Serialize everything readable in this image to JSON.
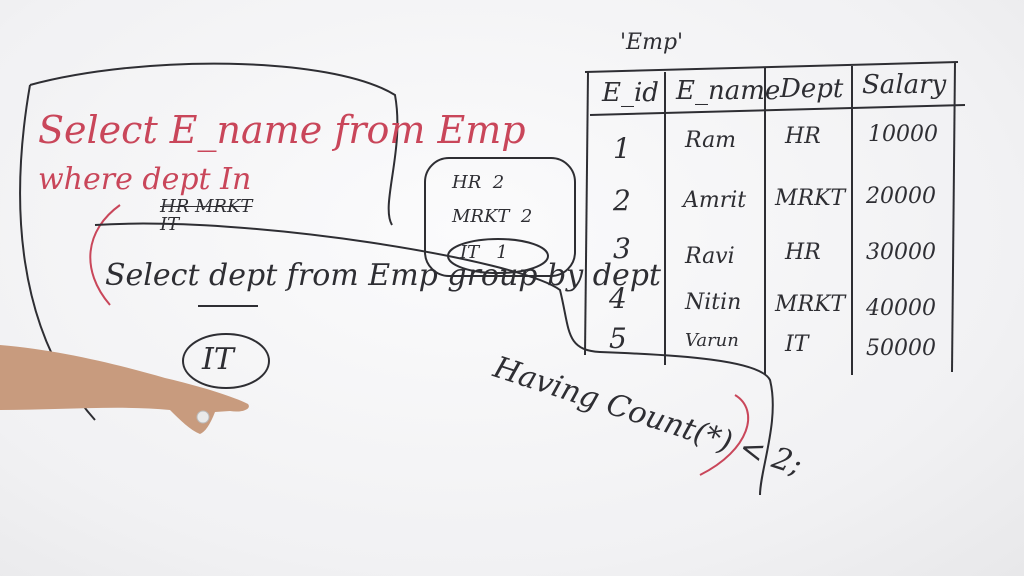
{
  "table": {
    "caption": "'Emp'",
    "headers": [
      "E_id",
      "E_name",
      "Dept",
      "Salary"
    ],
    "rows": [
      [
        "1",
        "Ram",
        "HR",
        "10000"
      ],
      [
        "2",
        "Amrit",
        "MRKT",
        "20000"
      ],
      [
        "3",
        "Ravi",
        "HR",
        "30000"
      ],
      [
        "4",
        "Nitin",
        "MRKT",
        "40000"
      ],
      [
        "5",
        "Varun",
        "IT",
        "50000"
      ]
    ]
  },
  "query": {
    "line1": "Select E_name from Emp",
    "line2": "where dept In",
    "crossed": "HR MRKT",
    "result_it": "IT",
    "subquery": "Select dept from Emp group by dept",
    "having": "Having Count(*) < 2;",
    "circled": "IT"
  },
  "groups": [
    {
      "dept": "HR",
      "count": "2"
    },
    {
      "dept": "MRKT",
      "count": "2"
    },
    {
      "dept": "IT",
      "count": "1"
    }
  ],
  "colors": {
    "marker_red": "#c9465a",
    "marker_black": "#2e2e33"
  }
}
